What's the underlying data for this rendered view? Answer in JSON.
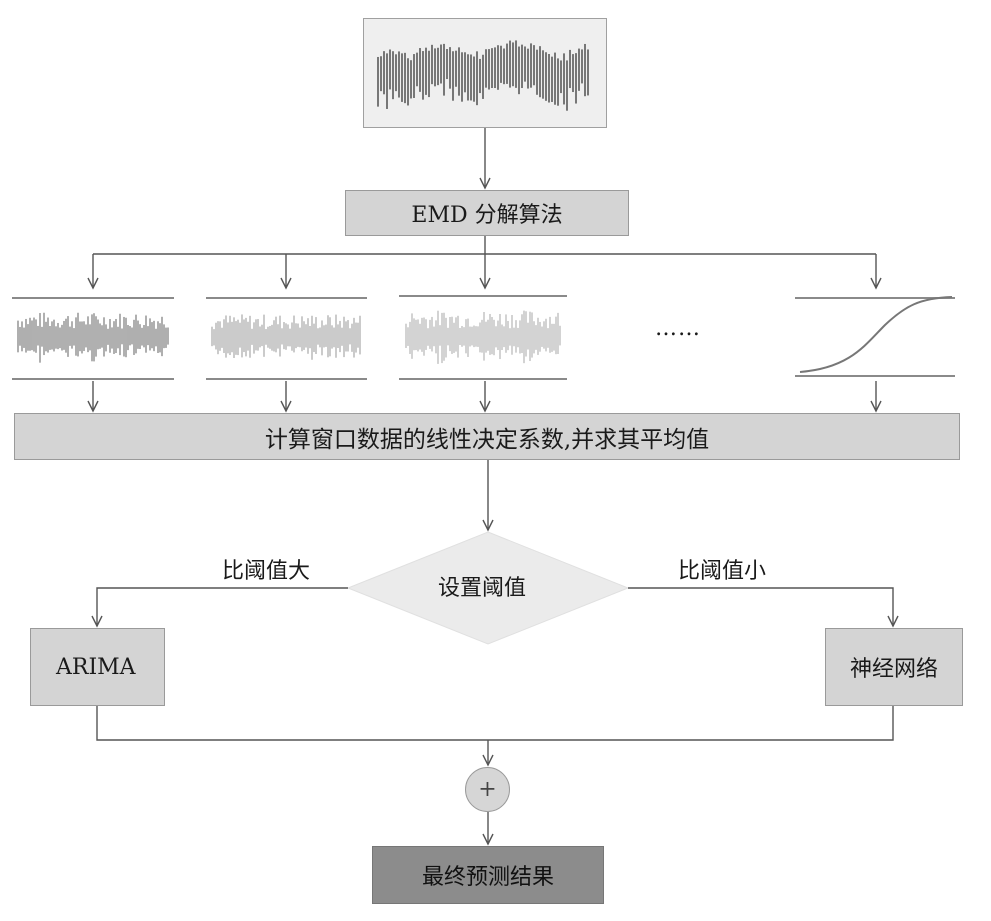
{
  "diagram": {
    "decomposition": {
      "label": "EMD 分解算法"
    },
    "calculation": {
      "label": "计算窗口数据的线性决定系数,并求其平均值"
    },
    "decision": {
      "label": "设置阈值"
    },
    "branches": {
      "large": {
        "label": "比阈值大"
      },
      "small": {
        "label": "比阈值小"
      }
    },
    "models": {
      "arima": {
        "label": "ARIMA"
      },
      "neural_network": {
        "label": "神经网络"
      }
    },
    "sum": {
      "symbol": "+"
    },
    "result": {
      "label": "最终预测结果"
    },
    "ellipsis": "……",
    "colors": {
      "box_fill": "#d4d4d4",
      "decision_fill": "#ebebeb",
      "result_fill": "#8c8c8c",
      "line": "#555555",
      "signal_fill": "#efefef"
    }
  }
}
